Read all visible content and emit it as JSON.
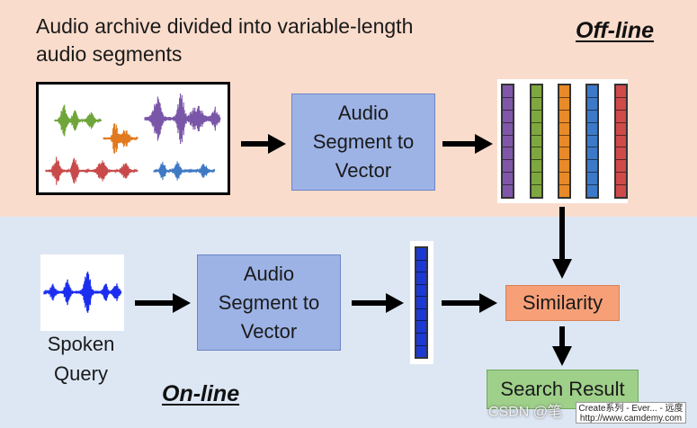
{
  "caption": "Audio archive divided into variable-length audio segments",
  "offline_label": "Off-line",
  "online_label": "On-line",
  "process_label": "Audio\nSegment to\nVector",
  "spoken_query_label": "Spoken\nQuery",
  "similarity_label": "Similarity",
  "search_result_label": "Search Result",
  "watermark": "CSDN @笔",
  "url_badge": {
    "line1": "Create系列 - Ever... - 远度",
    "line2": "http://www.camdemy.com"
  },
  "colors": {
    "offline_band": "#fadccc",
    "online_band": "#dde7f4",
    "process_box": "#9db3e6",
    "similarity_box": "#f7a078",
    "result_box": "#9fd08a",
    "query_vector": "#1c39d6",
    "segment_vectors": [
      "#8057a8",
      "#7ea83f",
      "#e88a28",
      "#3c7ac9",
      "#d04a4a"
    ],
    "waveforms": [
      "#6fa53a",
      "#e17a1e",
      "#7a56a8",
      "#c84a4a",
      "#3f79c4"
    ],
    "spoken_waveform": "#1b2ef0"
  },
  "segment_vectors_cells": 9,
  "query_vector_cells": 9
}
